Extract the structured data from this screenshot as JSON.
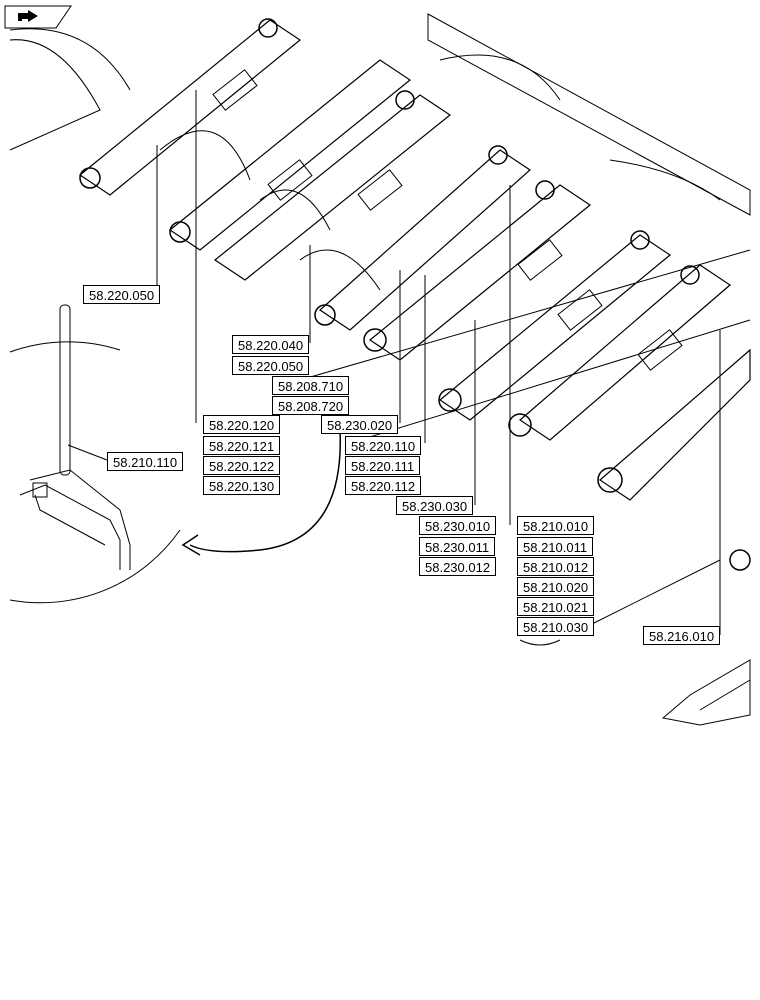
{
  "diagram": {
    "nav_icon": "back-to-index-icon",
    "callouts": {
      "c_58_220_050_a": "58.220.050",
      "c_58_210_110": "58.210.110",
      "c_58_220_040": "58.220.040",
      "c_58_220_050_b": "58.220.050",
      "c_58_208_710": "58.208.710",
      "c_58_208_720": "58.208.720",
      "c_58_220_120": "58.220.120",
      "c_58_220_121": "58.220.121",
      "c_58_220_122": "58.220.122",
      "c_58_220_130": "58.220.130",
      "c_58_230_020": "58.230.020",
      "c_58_220_110": "58.220.110",
      "c_58_220_111": "58.220.111",
      "c_58_220_112": "58.220.112",
      "c_58_230_030": "58.230.030",
      "c_58_230_010": "58.230.010",
      "c_58_230_011": "58.230.011",
      "c_58_230_012": "58.230.012",
      "c_58_210_010": "58.210.010",
      "c_58_210_011": "58.210.011",
      "c_58_210_012": "58.210.012",
      "c_58_210_020": "58.210.020",
      "c_58_210_021": "58.210.021",
      "c_58_210_030": "58.210.030",
      "c_58_216_010": "58.216.010"
    }
  }
}
